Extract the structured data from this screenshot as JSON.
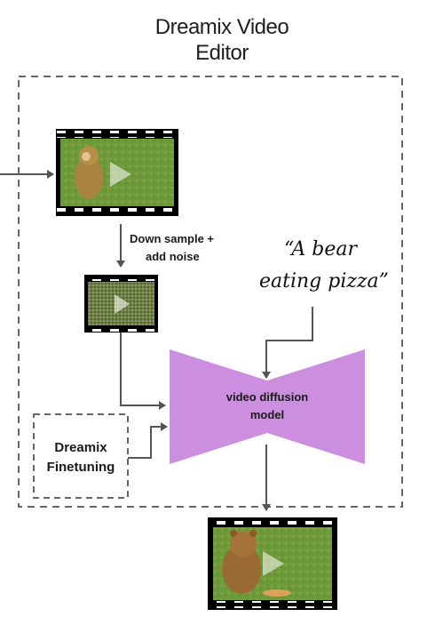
{
  "title": {
    "line1": "Dreamix Video",
    "line2": "Editor"
  },
  "steps": {
    "downsample_line1": "Down sample +",
    "downsample_line2": "add noise"
  },
  "prompt": {
    "line1": "“A bear",
    "line2": "eating pizza”"
  },
  "model": {
    "line1": "video diffusion",
    "line2": "model",
    "color": "#cc8fe0"
  },
  "finetune": {
    "line1": "Dreamix",
    "line2": "Finetuning"
  },
  "colors": {
    "dashed_border": "#666666",
    "arrow": "#555555",
    "film_frame": "#000000",
    "grass": "#6f9a3a"
  },
  "icons": {
    "input_video": "monkey-video-thumbnail",
    "noisy_video": "noisy-video-thumbnail",
    "output_video": "bear-video-thumbnail"
  }
}
